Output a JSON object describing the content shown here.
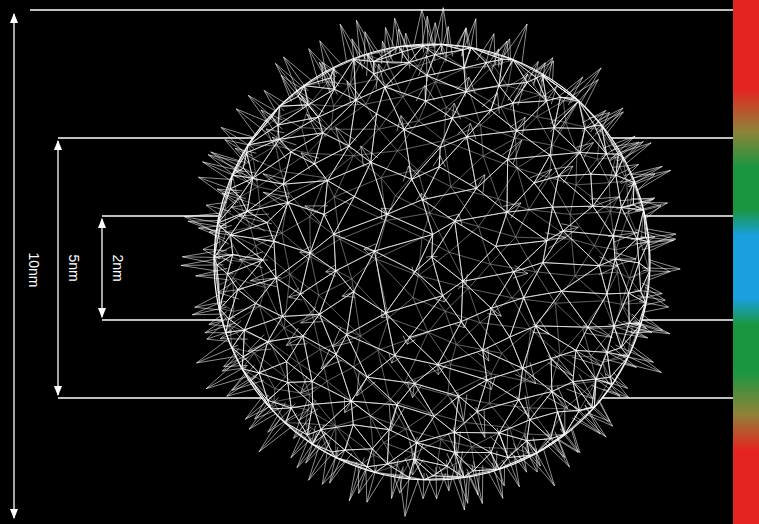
{
  "diagram": {
    "labels": [
      "10nm",
      "5nm",
      "2nm"
    ]
  }
}
